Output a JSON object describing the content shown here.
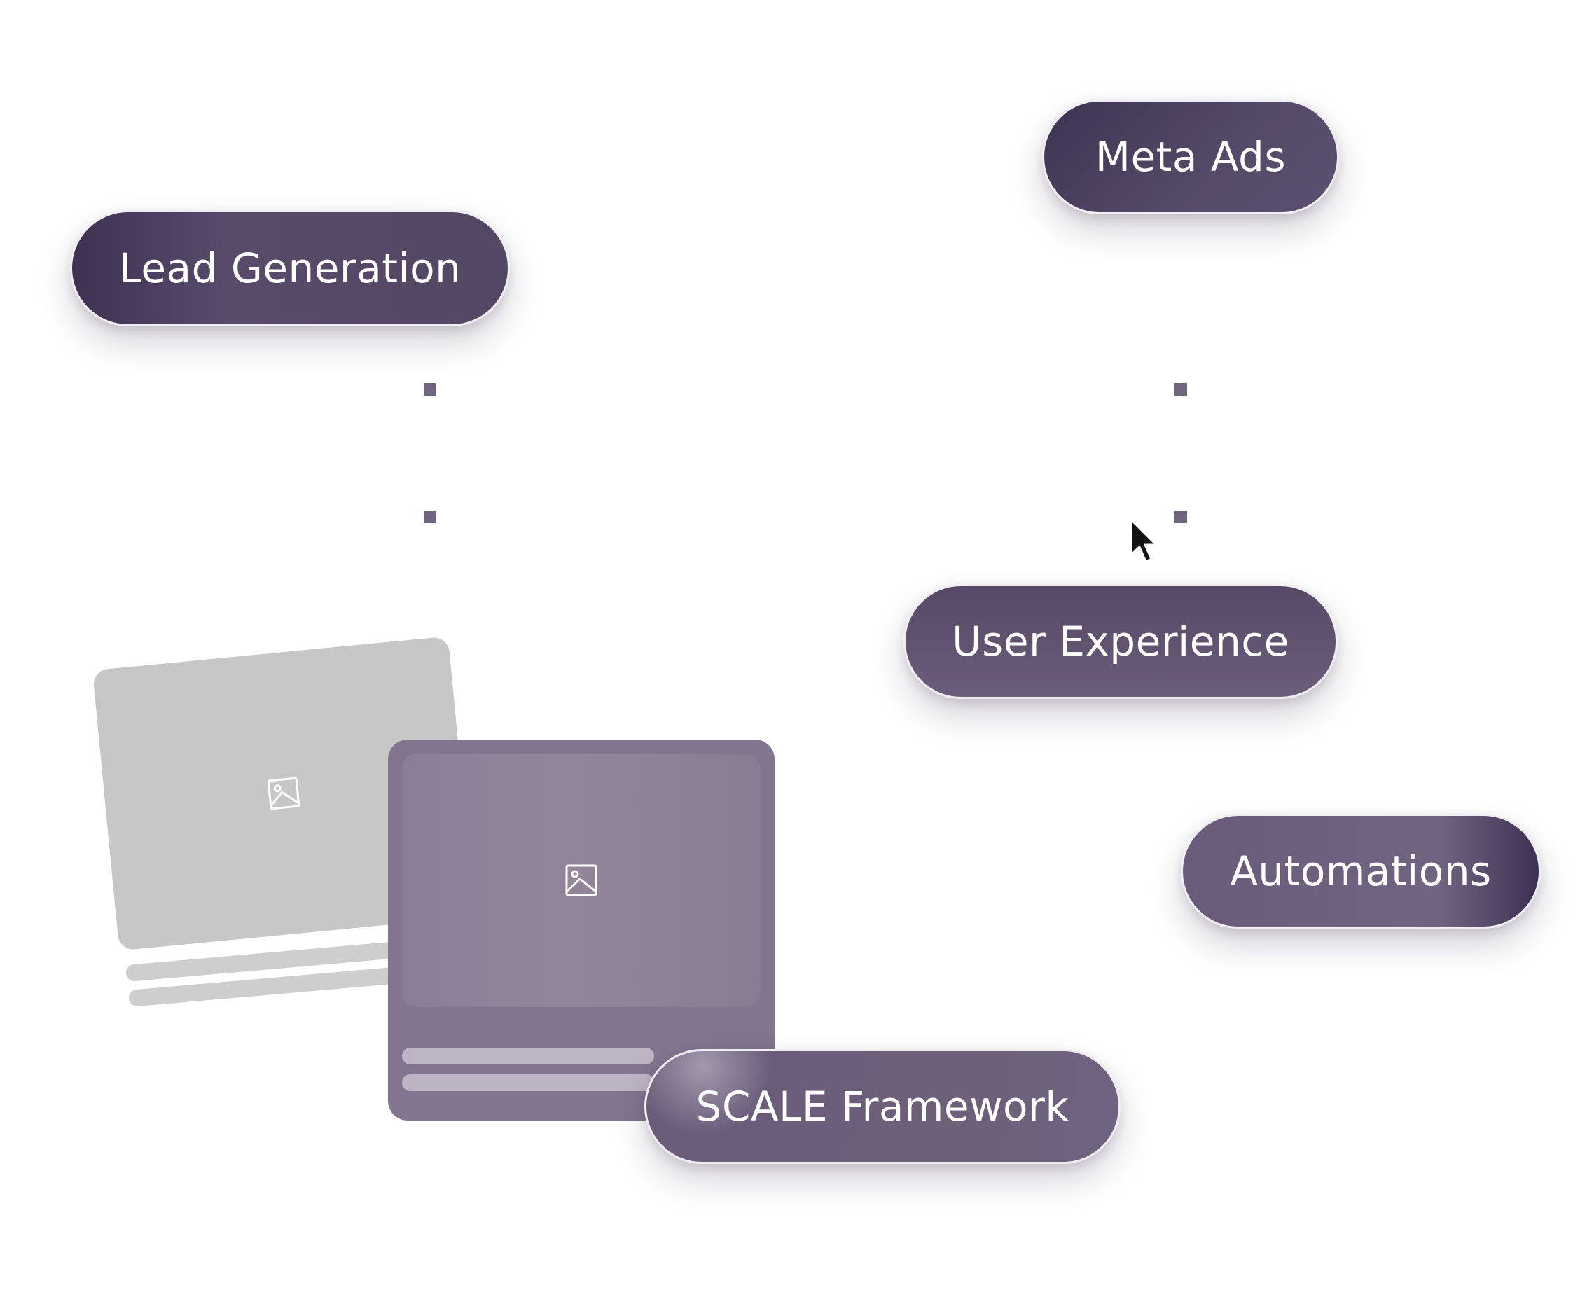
{
  "tags": {
    "lead_generation": "Lead Generation",
    "meta_ads": "Meta Ads",
    "user_experience": "User Experience",
    "automations": "Automations",
    "scale_framework": "SCALE Framework"
  },
  "icons": {
    "image_placeholder": "image-icon",
    "cursor": "mouse-pointer-icon"
  },
  "colors": {
    "pill_dark": "#3f3152",
    "pill_light": "#6e6079",
    "pill_border": "#f1eef3",
    "dot": "#6f6580",
    "card_back": "#c7c7c7",
    "card_front": "#837590"
  }
}
